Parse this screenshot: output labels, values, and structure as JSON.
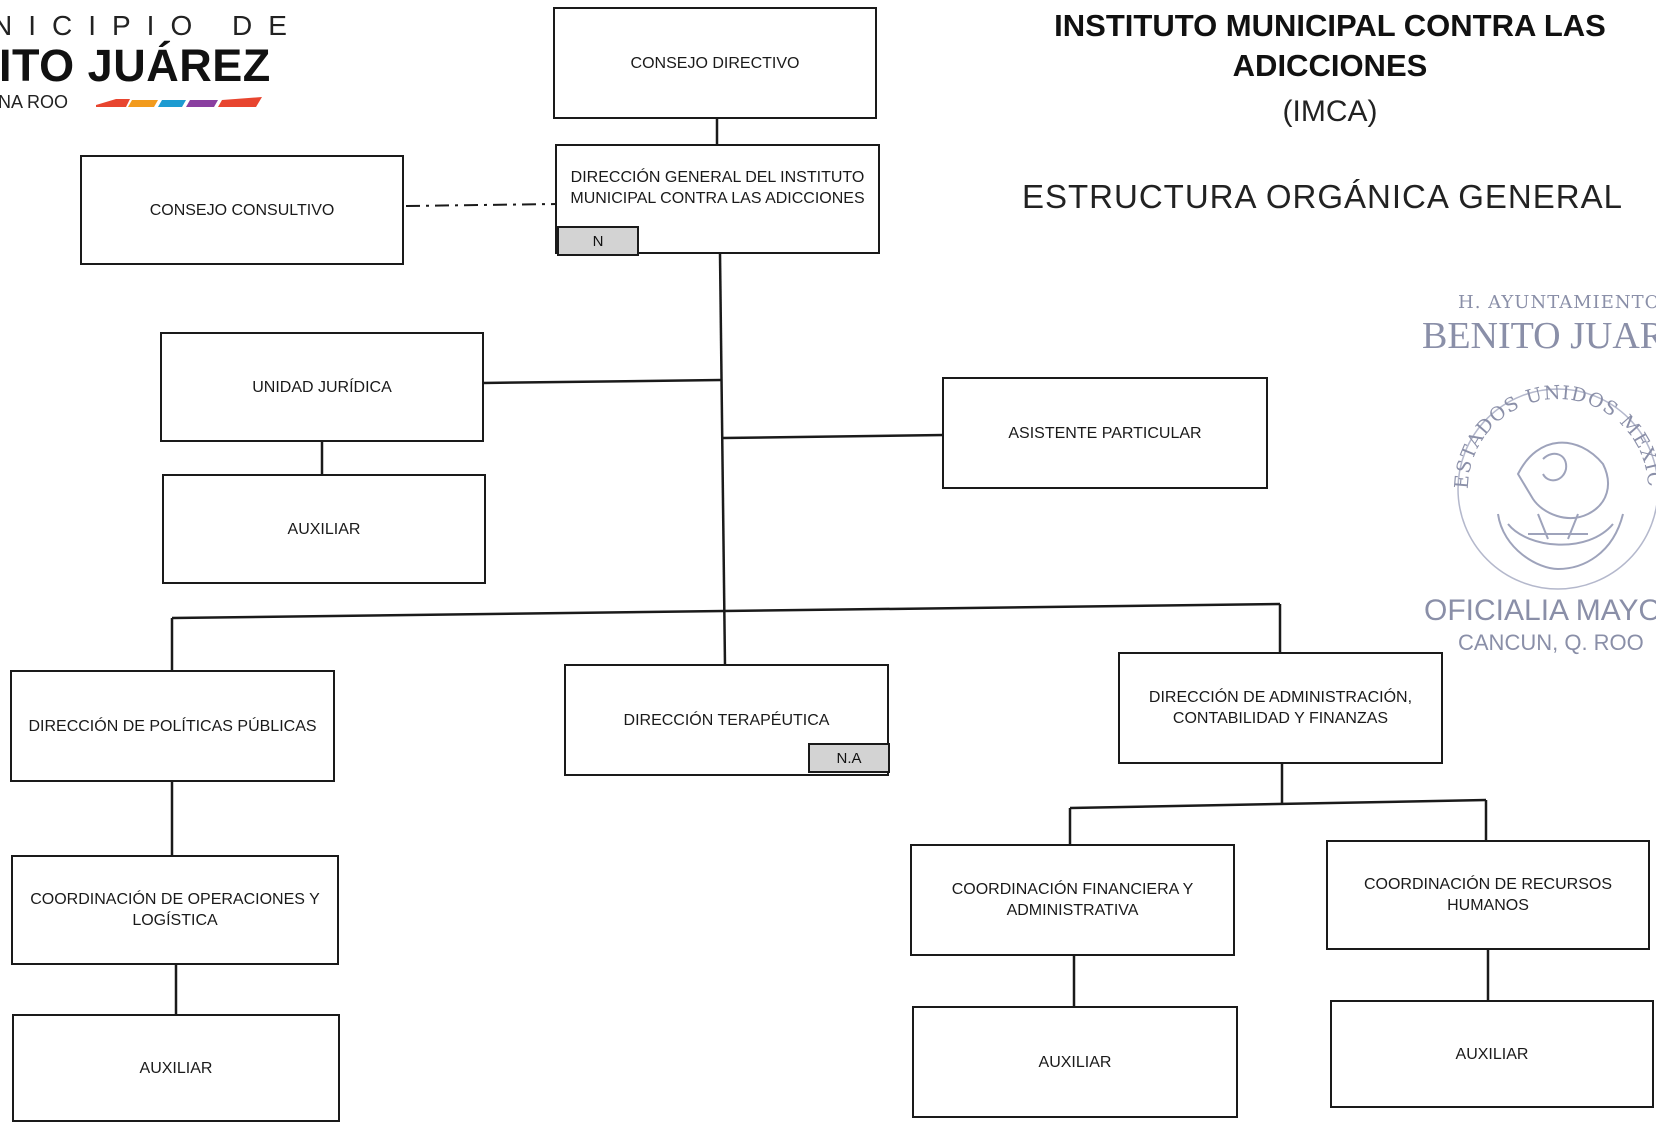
{
  "header": {
    "logo_line1": "NICIPIO DE",
    "logo_line2": "NITO JUÁREZ",
    "logo_line3": "ANA ROO",
    "title": "INSTITUTO MUNICIPAL CONTRA LAS ADICCIONES",
    "title_abbr": "(IMCA)",
    "subtitle": "ESTRUCTURA ORGÁNICA GENERAL"
  },
  "org": {
    "consejo_directivo": "CONSEJO DIRECTIVO",
    "direccion_general": "DIRECCIÓN GENERAL DEL INSTITUTO MUNICIPAL CONTRA LAS ADICCIONES",
    "direccion_general_tag": "N",
    "consejo_consultivo": "CONSEJO CONSULTIVO",
    "unidad_juridica": "UNIDAD JURÍDICA",
    "auxiliar_juridica": "AUXILIAR",
    "asistente_particular": "ASISTENTE PARTICULAR",
    "direccion_politicas": "DIRECCIÓN DE POLÍTICAS PÚBLICAS",
    "direccion_terapeutica": "DIRECCIÓN TERAPÉUTICA",
    "direccion_terapeutica_tag": "N.A",
    "direccion_administracion": "DIRECCIÓN DE ADMINISTRACIÓN, CONTABILIDAD Y FINANZAS",
    "coordinacion_operaciones": "COORDINACIÓN DE OPERACIONES Y LOGÍSTICA",
    "auxiliar_operaciones": "AUXILIAR",
    "coordinacion_financiera": "COORDINACIÓN FINANCIERA Y ADMINISTRATIVA",
    "auxiliar_financiera": "AUXILIAR",
    "coordinacion_rrhh": "COORDINACIÓN DE RECURSOS HUMANOS",
    "auxiliar_rrhh": "AUXILIAR"
  },
  "seal": {
    "line1": "H. AYUNTAMIENTO",
    "line2": "BENITO JUAREZ",
    "ring": "ESTADOS UNIDOS MEXICANOS",
    "line3": "OFICIALIA MAYOR",
    "line4": "CANCUN, Q. ROO"
  }
}
